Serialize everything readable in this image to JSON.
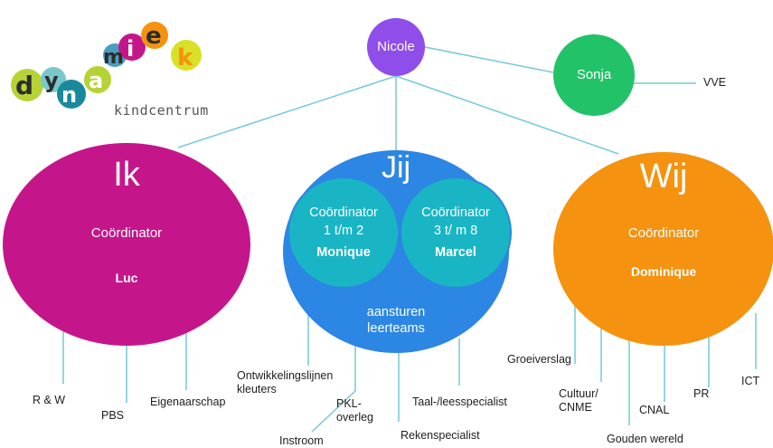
{
  "logo": {
    "letters": [
      "d",
      "y",
      "n",
      "a",
      "m",
      "i",
      "e",
      "k"
    ],
    "subtitle": "kindcentrum"
  },
  "nodes": {
    "top": {
      "name": "Nicole",
      "color": "#8f4dea"
    },
    "side": {
      "name": "Sonja",
      "color": "#22c268",
      "label": "VVE"
    },
    "ik": {
      "title": "Ik",
      "role": "Coördinator",
      "person": "Luc",
      "color": "#c4168a"
    },
    "jij": {
      "title": "Jij",
      "color": "#2c86e4",
      "footer": [
        "aansturen",
        "leerteams"
      ],
      "coordinators": [
        {
          "role": "Coördinator",
          "group": "1 t/m 2",
          "person": "Monique"
        },
        {
          "role": "Coördinator",
          "group": "3 t/ m 8",
          "person": "Marcel"
        }
      ],
      "inner_color": "#19b5c4"
    },
    "wij": {
      "title": "Wij",
      "role": "Coördinator",
      "person": "Dominique",
      "color": "#f5920f"
    }
  },
  "labels": {
    "ik": [
      "R & W",
      "PBS",
      "Eigenaarschap"
    ],
    "jij": [
      "Ontwikkelingslijnen",
      "kleuters",
      "PKL-",
      "overleg",
      "Instroom",
      "Rekenspecialist",
      "Taal-/leesspecialist"
    ],
    "wij": [
      "Groeiverslag",
      "Cultuur/",
      "CNME",
      "CNAL",
      "Gouden wereld",
      "PR",
      "ICT"
    ]
  },
  "line_color": "#73c9d7"
}
